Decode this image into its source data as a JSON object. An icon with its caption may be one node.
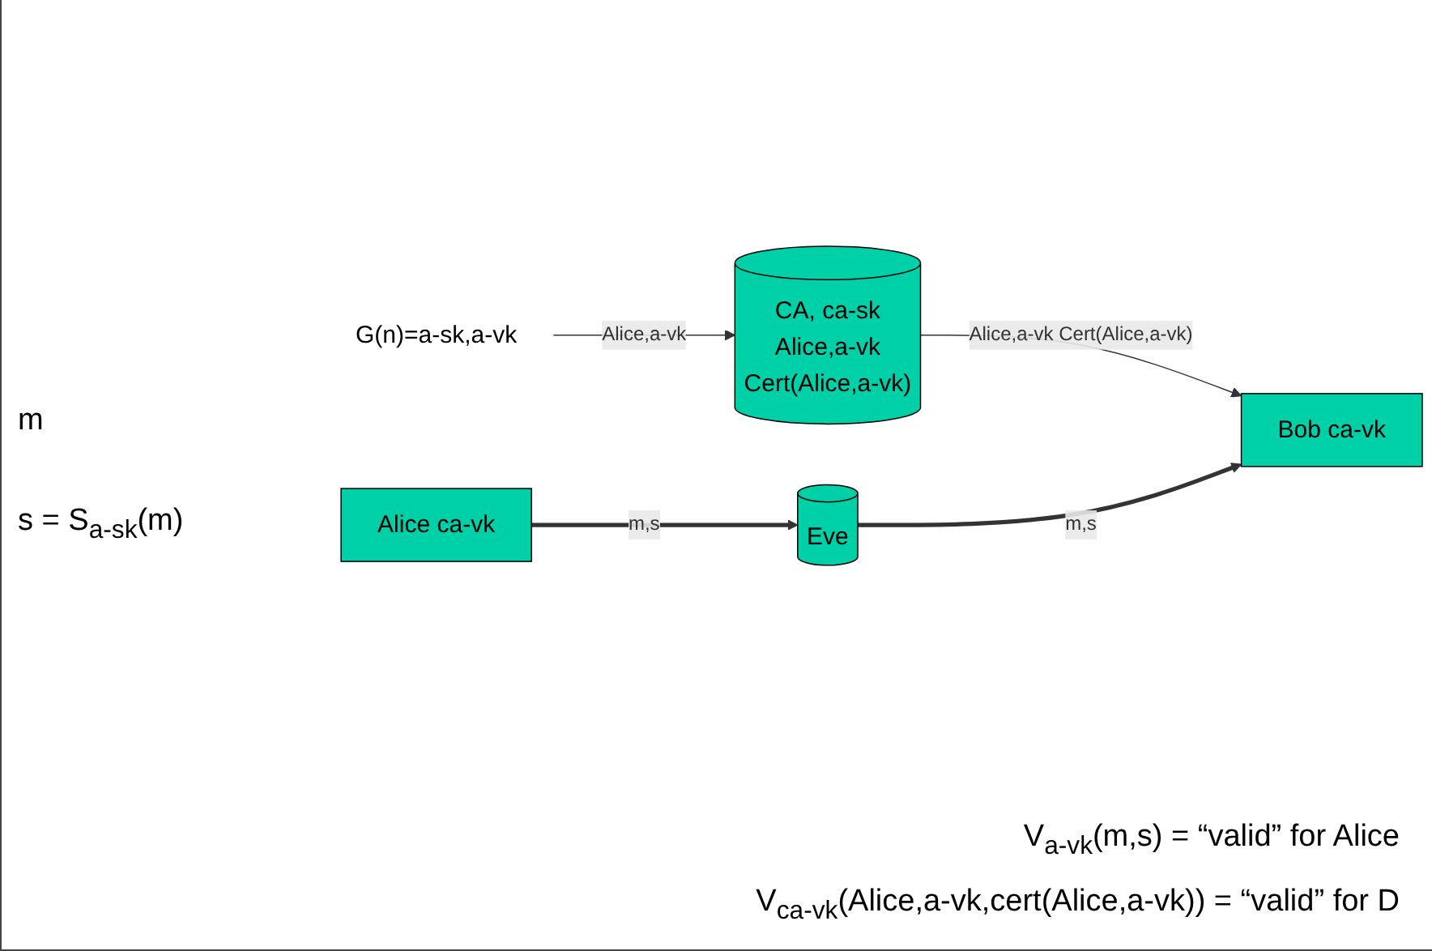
{
  "diagram": {
    "nodes": [
      {
        "text": [
          "CA, ca-sk",
          "Alice,a-vk",
          "Cert(Alice,a-vk)"
        ]
      },
      {
        "text": [
          "G(n)=a-sk,a-vk"
        ]
      },
      {
        "text": [
          "Alice ca-vk"
        ]
      },
      {
        "text": [
          "Eve"
        ]
      },
      {
        "text": [
          "Bob ca-vk"
        ]
      }
    ],
    "edges": [
      {
        "from": 1,
        "to": 0,
        "arrow": "to",
        "label": "Alice,a-vk"
      },
      {
        "from": 0,
        "to": 4,
        "arrow": "to",
        "label": "Alice,a-vk Cert(Alice,a-vk)"
      },
      {
        "from": 2,
        "to": 3,
        "arrow": "to",
        "label": "m,s",
        "style": "thick"
      },
      {
        "from": 3,
        "to": 4,
        "arrow": "to",
        "label": "m,s",
        "style": "thick"
      }
    ],
    "labels": [
      "m",
      "s = S$_{a-sk}$(m)",
      "V$_{a-vk}$(m,s) = “valid” for Alice",
      "V$_{ca-vk}$(Alice,a-vk,cert(Alice,a-vk)) = “valid” for D"
    ]
  }
}
